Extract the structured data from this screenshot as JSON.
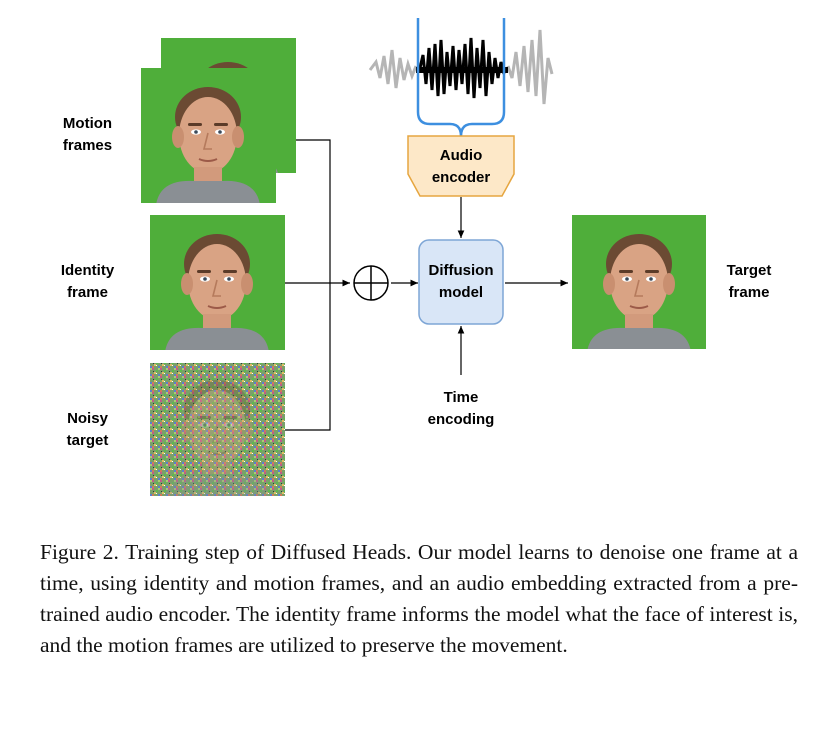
{
  "labels": {
    "motion": [
      "Motion",
      "frames"
    ],
    "identity": [
      "Identity",
      "frame"
    ],
    "noisy": [
      "Noisy",
      "target"
    ],
    "audio_encoder": [
      "Audio",
      "encoder"
    ],
    "diffusion_model": [
      "Diffusion",
      "model"
    ],
    "time_encoding": [
      "Time",
      "encoding"
    ],
    "target": [
      "Target",
      "frame"
    ]
  },
  "caption": "Figure 2. Training step of Diffused Heads. Our model learns to denoise one frame at a time, using identity and motion frames, and an audio embedding extracted from a pre-trained audio encoder. The identity frame informs the model what the face of interest is, and the motion frames are utilized to preserve the movement.",
  "colors": {
    "green_screen": "#4fae3a",
    "audio_encoder_fill": "#fde8c8",
    "audio_encoder_stroke": "#e6a640",
    "diffusion_fill": "#d9e6f7",
    "diffusion_stroke": "#7ea6d6",
    "bracket_blue": "#3d8fe0"
  },
  "icons": [
    "face-photo",
    "waveform",
    "plus-circle-icon"
  ]
}
